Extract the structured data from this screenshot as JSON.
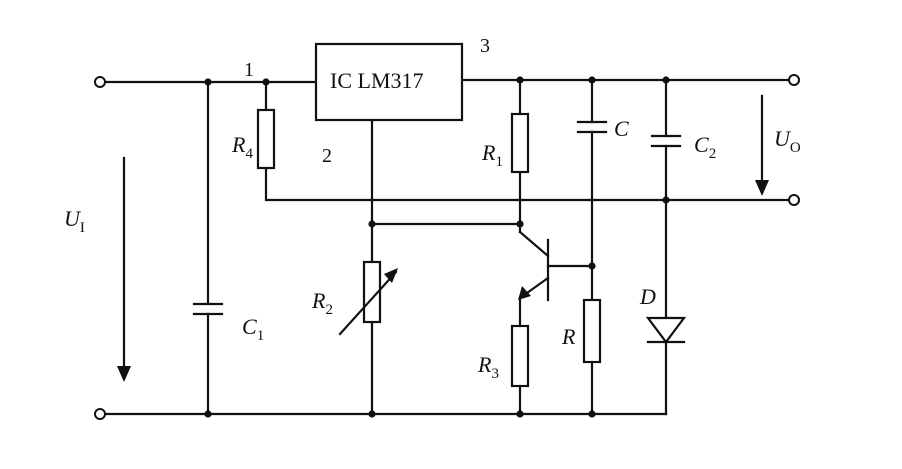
{
  "ic": {
    "label": "IC LM317"
  },
  "pins": {
    "p1": "1",
    "p2": "2",
    "p3": "3"
  },
  "labels": {
    "ui_main": "U",
    "ui_sub": "I",
    "uo_main": "U",
    "uo_sub": "O",
    "r4_main": "R",
    "r4_sub": "4",
    "r1_main": "R",
    "r1_sub": "1",
    "r2_main": "R",
    "r2_sub": "2",
    "r3_main": "R",
    "r3_sub": "3",
    "r": "R",
    "c": "C",
    "c1_main": "C",
    "c1_sub": "1",
    "c2_main": "C",
    "c2_sub": "2",
    "d": "D"
  },
  "colors": {
    "ink": "#111111",
    "background": "#ffffff"
  }
}
